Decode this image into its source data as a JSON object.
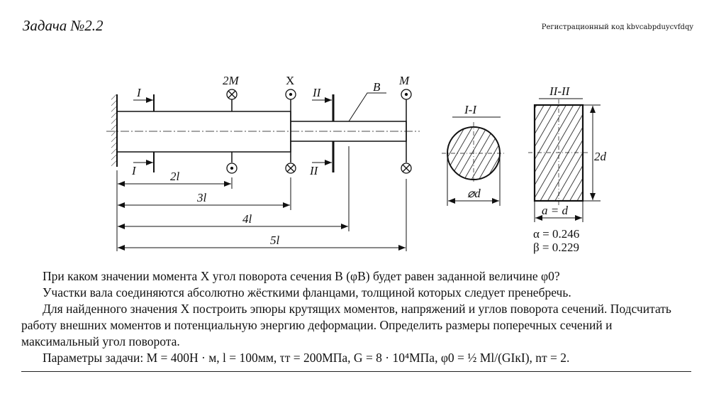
{
  "header": {
    "title": "Задача №2.2",
    "registration": "Регистрационный код kbvcabpduycvfdqy"
  },
  "diagram": {
    "section_1": "I",
    "section_2": "II",
    "moment_2M": "2M",
    "moment_X": "X",
    "moment_M": "M",
    "point_B": "B",
    "dims": [
      "2l",
      "3l",
      "4l",
      "5l"
    ],
    "section_1_title": "I-I",
    "section_1_dim": "⌀d",
    "section_2_title": "II-II",
    "section_2_height": "2d",
    "section_2_width": "a = d",
    "alpha": "α = 0.246",
    "beta": "β = 0.229"
  },
  "text": {
    "p1": "При каком значении момента X угол поворота сечения B (φB) будет равен заданной величине φ0?",
    "p2": "Участки вала соединяются абсолютно жёсткими фланцами, толщиной которых следует пренебречь.",
    "p3": "Для найденного значения X построить эпюры крутящих моментов, напряжений и углов поворота сечений. Подсчитать работу внешних моментов и потенциальную энергию деформации. Определить размеры поперечных сечений и максимальный угол поворота.",
    "p4": "Параметры задачи: M = 400Н · м, l = 100мм, τт = 200МПа, G = 8 · 10⁴МПа, φ0 = ½ Ml/(GIкI), nт = 2."
  }
}
